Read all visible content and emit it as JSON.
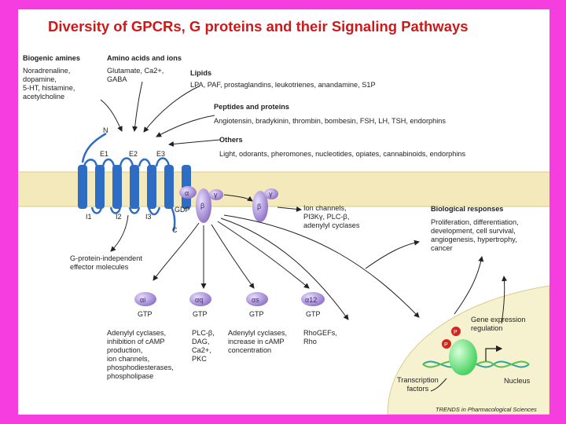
{
  "title": "Diversity of GPCRs, G proteins and their Signaling Pathways",
  "ligands": {
    "biogenic_heading": "Biogenic amines",
    "biogenic_text": "Noradrenaline,\ndopamine,\n5-HT, histamine,\nacetylcholine",
    "amino_heading": "Amino acids and ions",
    "amino_text": "Glutamate, Ca2+,\nGABA",
    "lipids_heading": "Lipids",
    "lipids_text": "LPA, PAF, prostaglandins, leukotrienes, anandamine, S1P",
    "peptides_heading": "Peptides and proteins",
    "peptides_text": "Angiotensin, bradykinin, thrombin, bombesin, FSH, LH, TSH, endorphins",
    "others_heading": "Others",
    "others_text": "Light, odorants, pheromones, nucleotides, opiates, cannabinoids, endorphins"
  },
  "receptor": {
    "n_terminus": "N",
    "c_terminus": "C",
    "loops": [
      "E1",
      "E2",
      "E3",
      "I1",
      "I2",
      "I3"
    ]
  },
  "gprotein": {
    "alpha": "α",
    "beta": "β",
    "gamma": "γ",
    "gdp": "GDP"
  },
  "effectors_beta_gamma": "Ion channels,\nPI3Kγ, PLC-β,\nadenylyl cyclases",
  "independent": "G-protein-independent\neffector molecules",
  "biological": {
    "heading": "Biological responses",
    "text": "Proliferation, differentiation,\ndevelopment, cell survival,\nangiogenesis, hypertrophy,\ncancer"
  },
  "subunits": [
    {
      "name": "αi",
      "gtp": "GTP",
      "effect": "Adenylyl cyclases,\ninhibition of cAMP\nproduction,\nion channels,\nphosphodiesterases,\nphospholipase"
    },
    {
      "name": "αq",
      "gtp": "GTP",
      "effect": "PLC-β,\nDAG,\nCa2+,\nPKC"
    },
    {
      "name": "αs",
      "gtp": "GTP",
      "effect": "Adenylyl cyclases,\nincrease in cAMP\nconcentration"
    },
    {
      "name": "α12",
      "gtp": "GTP",
      "effect": "RhoGEFs,\nRho"
    }
  ],
  "nucleus": {
    "gene_expression": "Gene expression\nregulation",
    "phospho": "P",
    "transcription": "Transcription\nfactors",
    "nucleus_label": "Nucleus"
  },
  "credit": "TRENDS in Pharmacological Sciences",
  "colors": {
    "background": "#f53de0",
    "title": "#cc1a1a",
    "membrane": "#f3e9bb",
    "receptor": "#2f6dc4",
    "gprotein": "#a78fd6",
    "nucleus": "#f6f1cf"
  }
}
